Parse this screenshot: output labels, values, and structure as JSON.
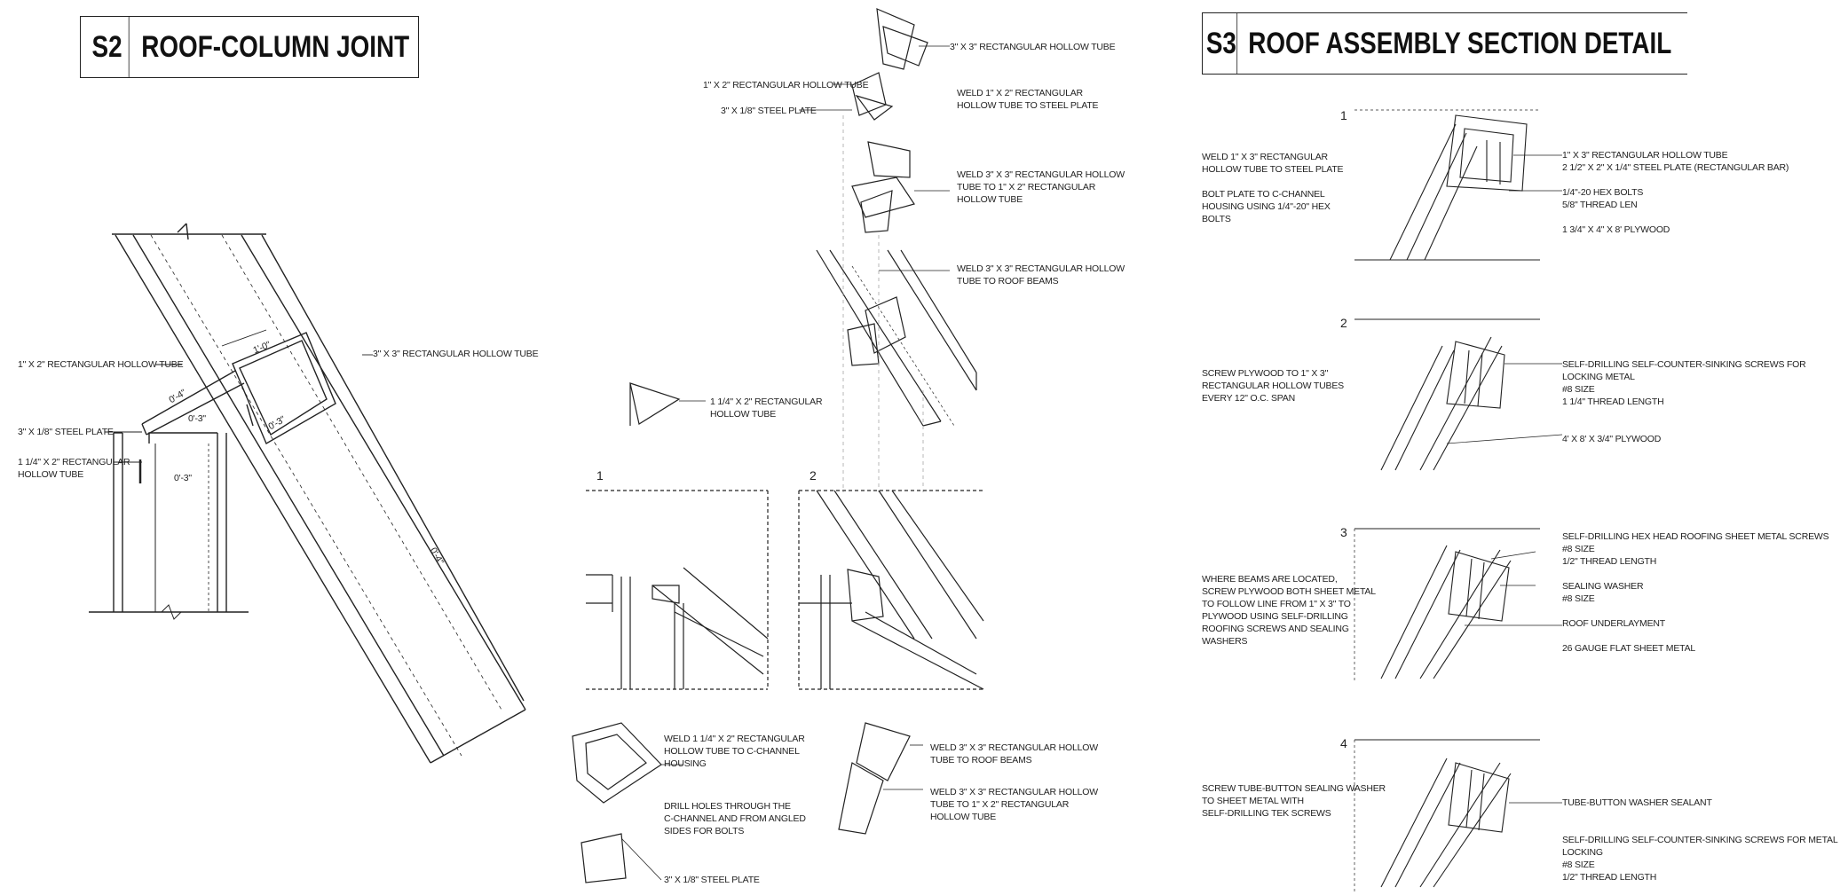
{
  "sheets": {
    "s2": {
      "number": "S2",
      "title": "ROOF-COLUMN JOINT"
    },
    "s3": {
      "number": "S3",
      "title": "ROOF ASSEMBLY SECTION DETAIL"
    }
  },
  "s2_labels": {
    "tube_1x2": "1\" x 2\" RECTANGULAR HOLLOW TUBE",
    "tube_3x3": "3\" x 3\" RECTANGULAR HOLLOW TUBE",
    "steel_plate": "3\" x 1/8\" STEEL PLATE",
    "tube_114x2": "1 1/4\" x 2\" RECTANGULAR\nHOLLOW TUBE",
    "dim_top": "1'-0\"",
    "dim_a": "0'-4\"",
    "dim_b": "0'-3\"",
    "dim_c": "0'-3\"",
    "dim_d": "0'-3\"",
    "dim_e": "0'-4\""
  },
  "exploded_labels": {
    "top_tube": "3\" x 3\" RECTANGULAR HOLLOW TUBE",
    "tube_1x2": "1\" x 2\" RECTANGULAR HOLLOW TUBE",
    "plate": "3\" x 1/8\" STEEL PLATE",
    "weld_1": "WELD 1\" x 2\" RECTANGULAR\nHOLLOW TUBE TO STEEL PLATE",
    "weld_2": "WELD 3\" x 3\" RECTANGULAR HOLLOW\nTUBE TO 1\" x 2\" RECTANGULAR\nHOLLOW TUBE",
    "weld_3": "WELD 3\" x 3\" RECTANGULAR HOLLOW\nTUBE TO ROOF BEAMS",
    "tube_114": "1 1/4\" x 2\" RECTANGULAR\nHOLLOW TUBE",
    "view_1": "1",
    "view_2": "2",
    "weld_4": "WELD 1 1/4\" x 2\" RECTANGULAR\nHOLLOW TUBE TO C-CHANNEL\nHOUSING",
    "drill": "DRILL HOLES THROUGH THE\nC-CHANNEL AND FROM ANGLED\nSIDES FOR BOLTS",
    "plate_2": "3\" x 1/8\" STEEL PLATE",
    "weld_5": "WELD 3\" x 3\" RECTANGULAR HOLLOW\nTUBE TO ROOF BEAMS",
    "weld_6": "WELD 3\" x 3\" RECTANGULAR HOLLOW\nTUBE TO 1\" x 2\" RECTANGULAR\nHOLLOW TUBE"
  },
  "s3_details": [
    {
      "num": "1",
      "left": "WELD 1\" x 3\" RECTANGULAR\nHOLLOW TUBE TO STEEL PLATE\n\nBOLT PLATE TO C-CHANNEL\nHOUSING USING 1/4\"-20\" HEX\nBOLTS",
      "right": "1\" x 3\" RECTANGULAR HOLLOW TUBE\n2 1/2\" x 2\" x 1/4\" STEEL PLATE (RECTANGULAR BAR)\n\n1/4\"-20 HEX BOLTS\n5/8\" THREAD LEN\n\n1 3/4\" x 4\" x 8' PLYWOOD"
    },
    {
      "num": "2",
      "left": "SCREW PLYWOOD TO 1\" x 3\"\nRECTANGULAR HOLLOW TUBES\nEVERY 12\" O.C. SPAN",
      "right": "SELF-DRILLING SELF-COUNTER-SINKING SCREWS FOR LOCKING METAL\n#8 SIZE\n1 1/4\" THREAD LENGTH\n\n\n4' x 8' x 3/4\" PLYWOOD"
    },
    {
      "num": "3",
      "left": "WHERE BEAMS ARE LOCATED,\nSCREW PLYWOOD BOTH SHEET METAL\nTO FOLLOW LINE FROM 1\" x 3\" TO\nPLYWOOD USING SELF-DRILLING\nROOFING SCREWS AND SEALING\nWASHERS",
      "right": "SELF-DRILLING HEX HEAD ROOFING SHEET METAL SCREWS\n#8 SIZE\n1/2\" THREAD LENGTH\n\nSEALING WASHER\n#8 SIZE\n\nROOF UNDERLAYMENT\n\n26 GAUGE FLAT SHEET METAL"
    },
    {
      "num": "4",
      "left": "SCREW TUBE-BUTTON SEALING WASHER\nTO SHEET METAL WITH\nSELF-DRILLING TEK SCREWS",
      "right": "TUBE-BUTTON WASHER SEALANT\n\n\nSELF-DRILLING SELF-COUNTER-SINKING SCREWS FOR METAL LOCKING\n#8 SIZE\n1/2\" THREAD LENGTH"
    }
  ]
}
